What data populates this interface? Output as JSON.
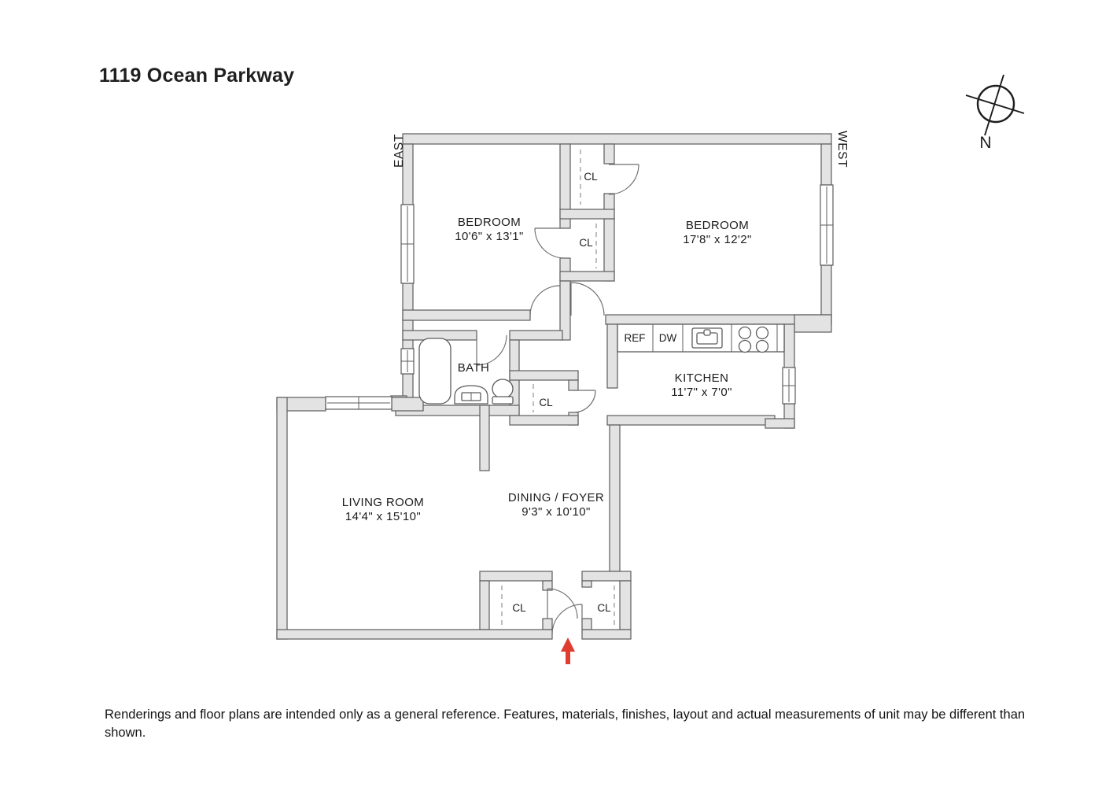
{
  "page": {
    "title": "1119 Ocean Parkway",
    "disclaimer": "Renderings and floor plans are intended only as a general reference. Features, materials, finishes, layout and actual measurements of unit may be different than shown."
  },
  "compass": {
    "north": "N"
  },
  "orientation": {
    "east": "EAST",
    "west": "WEST"
  },
  "rooms": {
    "bedroom1": {
      "name": "BEDROOM",
      "dims": "10'6\" x 13'1\""
    },
    "bedroom2": {
      "name": "BEDROOM",
      "dims": "17'8\" x 12'2\""
    },
    "bath": {
      "name": "BATH"
    },
    "kitchen": {
      "name": "KITCHEN",
      "dims": "11'7\" x 7'0\""
    },
    "living": {
      "name": "LIVING ROOM",
      "dims": "14'4\" x 15'10\""
    },
    "dining": {
      "name": "DINING / FOYER",
      "dims": "9'3\" x 10'10\""
    }
  },
  "closets": {
    "closet_a": "CL",
    "closet_b": "CL",
    "hall": "CL",
    "entry_left": "CL",
    "entry_right": "CL"
  },
  "appliances": {
    "refrigerator": "REF",
    "dishwasher": "DW"
  },
  "colors": {
    "entry_arrow": "#e03c2f"
  }
}
